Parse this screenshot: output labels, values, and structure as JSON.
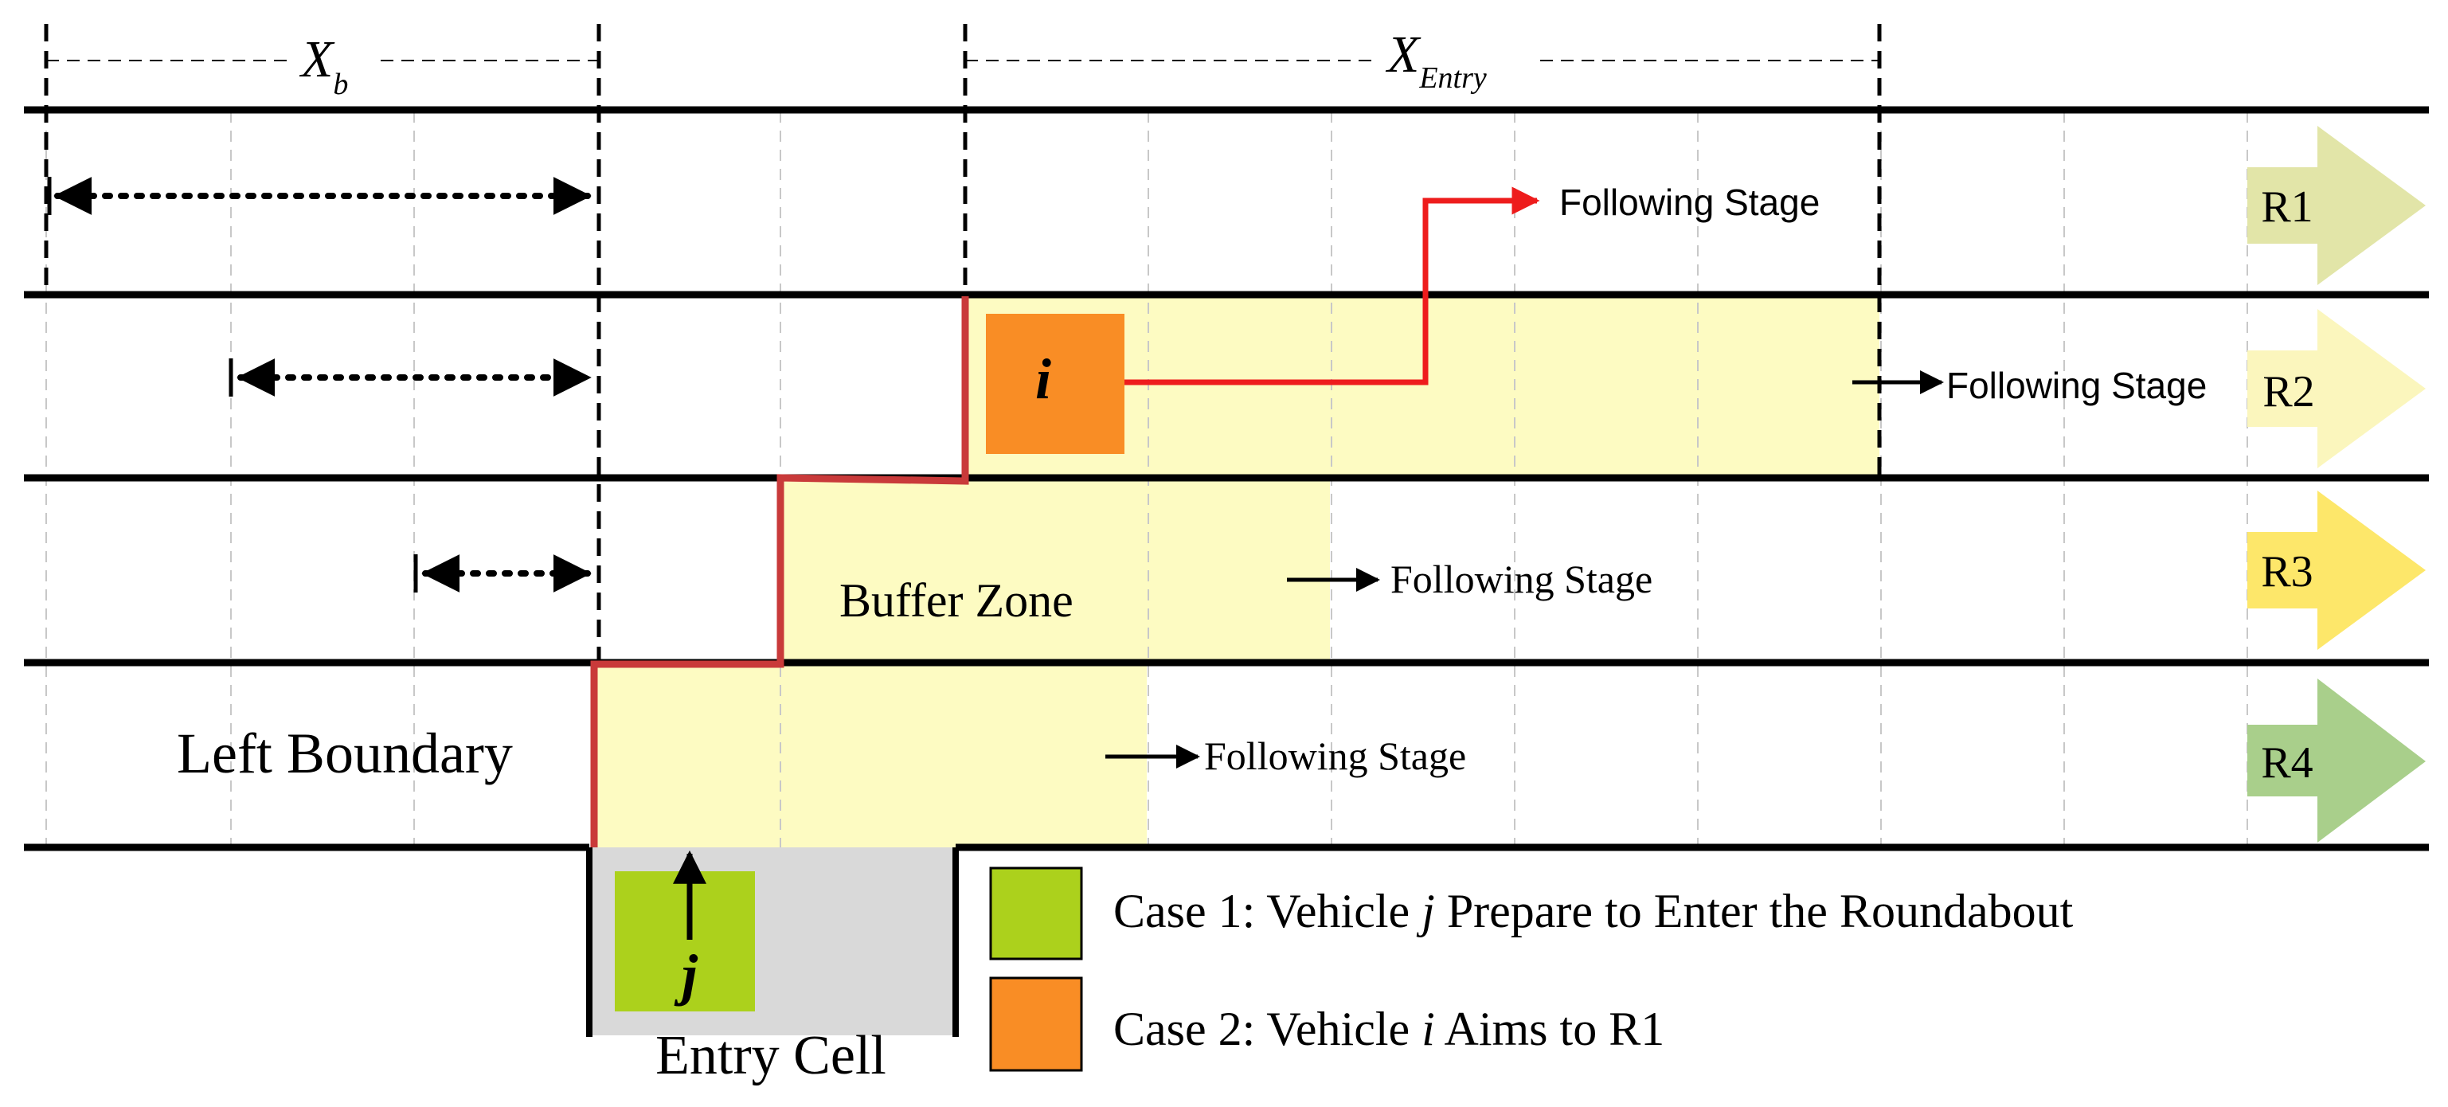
{
  "dimensions": {
    "xb_symbol": "X",
    "xb_subscript": "b",
    "xentry_symbol": "X",
    "xentry_subscript": "Entry"
  },
  "lanes": [
    {
      "id": "R1",
      "label": "R1",
      "color": "#e2e5a8"
    },
    {
      "id": "R2",
      "label": "R2",
      "color": "#fbf6bd"
    },
    {
      "id": "R3",
      "label": "R3",
      "color": "#fde76a"
    },
    {
      "id": "R4",
      "label": "R4",
      "color": "#a9cf8b"
    }
  ],
  "labels": {
    "left_boundary": "Left Boundary",
    "buffer_zone": "Buffer Zone",
    "entry_cell": "Entry Cell",
    "following_stage": "Following Stage"
  },
  "vehicles": {
    "i": {
      "label": "i",
      "color": "#f98d25"
    },
    "j": {
      "label": "j",
      "color": "#acd11c"
    }
  },
  "legend": [
    {
      "pre": "Case 1: Vehicle ",
      "var": "j",
      "post": " Prepare to Enter the Roundabout",
      "color": "#acd11c"
    },
    {
      "pre": "Case 2: Vehicle ",
      "var": "i",
      "post": " Aims to R1",
      "color": "#f98d25"
    }
  ],
  "colors": {
    "buffer_fill": "#fdfbc2",
    "entry_fill": "#d9d9d9",
    "path_red": "#c93a3a",
    "arrow_red": "#ee1c1c",
    "lane_line": "#000000",
    "grid": "#c8c8c8"
  }
}
